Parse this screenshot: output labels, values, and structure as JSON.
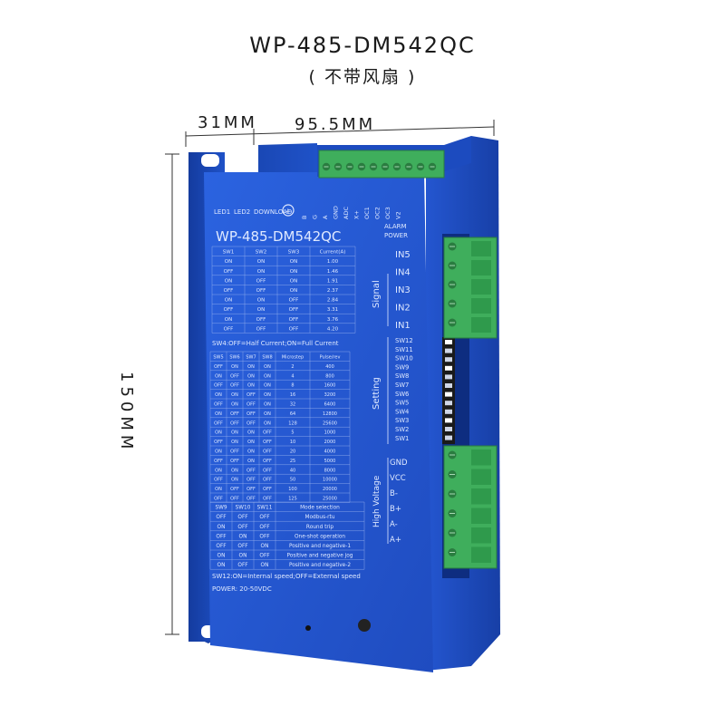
{
  "header": {
    "title": "WP-485-DM542QC",
    "subtitle": "( 不带风扇 )"
  },
  "dimensions": {
    "depth": "31MM",
    "width": "95.5MM",
    "height": "150MM"
  },
  "panel": {
    "top_labels": [
      "LED1",
      "LED2",
      "DOWNLOAD"
    ],
    "pin_labels": [
      "B",
      "G",
      "A",
      "GND",
      "ADC",
      "X+",
      "OC1",
      "OC2",
      "OC3",
      "V2"
    ],
    "model": "WP-485-DM542QC",
    "current_table": {
      "headers": [
        "SW1",
        "SW2",
        "SW3",
        "Current(A)"
      ],
      "rows": [
        [
          "ON",
          "ON",
          "ON",
          "1.00"
        ],
        [
          "OFF",
          "ON",
          "ON",
          "1.46"
        ],
        [
          "ON",
          "OFF",
          "ON",
          "1.91"
        ],
        [
          "OFF",
          "OFF",
          "ON",
          "2.37"
        ],
        [
          "ON",
          "ON",
          "OFF",
          "2.84"
        ],
        [
          "OFF",
          "ON",
          "OFF",
          "3.31"
        ],
        [
          "ON",
          "OFF",
          "OFF",
          "3.76"
        ],
        [
          "OFF",
          "OFF",
          "OFF",
          "4.20"
        ]
      ]
    },
    "sw4_note": "SW4:OFF=Half Current;ON=Full Current",
    "micro_table": {
      "headers": [
        "SW5",
        "SW6",
        "SW7",
        "SW8",
        "Microstep",
        "Pulse/rev"
      ],
      "rows": [
        [
          "OFF",
          "ON",
          "ON",
          "ON",
          "2",
          "400"
        ],
        [
          "ON",
          "OFF",
          "ON",
          "ON",
          "4",
          "800"
        ],
        [
          "OFF",
          "OFF",
          "ON",
          "ON",
          "8",
          "1600"
        ],
        [
          "ON",
          "ON",
          "OFF",
          "ON",
          "16",
          "3200"
        ],
        [
          "OFF",
          "ON",
          "OFF",
          "ON",
          "32",
          "6400"
        ],
        [
          "ON",
          "OFF",
          "OFF",
          "ON",
          "64",
          "12800"
        ],
        [
          "OFF",
          "OFF",
          "OFF",
          "ON",
          "128",
          "25600"
        ],
        [
          "ON",
          "ON",
          "ON",
          "OFF",
          "5",
          "1000"
        ],
        [
          "OFF",
          "ON",
          "ON",
          "OFF",
          "10",
          "2000"
        ],
        [
          "ON",
          "OFF",
          "ON",
          "OFF",
          "20",
          "4000"
        ],
        [
          "OFF",
          "OFF",
          "ON",
          "OFF",
          "25",
          "5000"
        ],
        [
          "ON",
          "ON",
          "OFF",
          "OFF",
          "40",
          "8000"
        ],
        [
          "OFF",
          "ON",
          "OFF",
          "OFF",
          "50",
          "10000"
        ],
        [
          "ON",
          "OFF",
          "OFF",
          "OFF",
          "100",
          "20000"
        ],
        [
          "OFF",
          "OFF",
          "OFF",
          "OFF",
          "125",
          "25000"
        ]
      ]
    },
    "mode_table": {
      "headers": [
        "SW9",
        "SW10",
        "SW11",
        "Mode selection"
      ],
      "rows": [
        [
          "OFF",
          "OFF",
          "OFF",
          "Modbus-rtu"
        ],
        [
          "ON",
          "OFF",
          "OFF",
          "Round trip"
        ],
        [
          "OFF",
          "ON",
          "OFF",
          "One-shot operation"
        ],
        [
          "OFF",
          "OFF",
          "ON",
          "Positive and negative-1"
        ],
        [
          "ON",
          "ON",
          "OFF",
          "Positive and negative jog"
        ],
        [
          "ON",
          "OFF",
          "ON",
          "Positive and negative-2"
        ]
      ]
    },
    "sw12_note": "SW12:ON=Internal speed;OFF=External speed",
    "power_note": "POWER: 20-50VDC",
    "status_labels": [
      "ALARM",
      "POWER"
    ],
    "signal_group": "Signal",
    "signal_inputs": [
      "IN5",
      "IN4",
      "IN3",
      "IN2",
      "IN1"
    ],
    "setting_group": "Setting",
    "setting_switches": [
      "SW12",
      "SW11",
      "SW10",
      "SW9",
      "SW8",
      "SW7",
      "SW6",
      "SW5",
      "SW4",
      "SW3",
      "SW2",
      "SW1"
    ],
    "hv_group": "High Voltage",
    "hv_terminals": [
      "GND",
      "VCC",
      "B-",
      "B+",
      "A-",
      "A+"
    ]
  },
  "colors": {
    "body_blue": "#1e4fc4",
    "body_dark": "#163a9a",
    "panel_blue": "#2a5fdc",
    "terminal_green": "#3fae5c",
    "terminal_dark": "#2a7c40"
  }
}
